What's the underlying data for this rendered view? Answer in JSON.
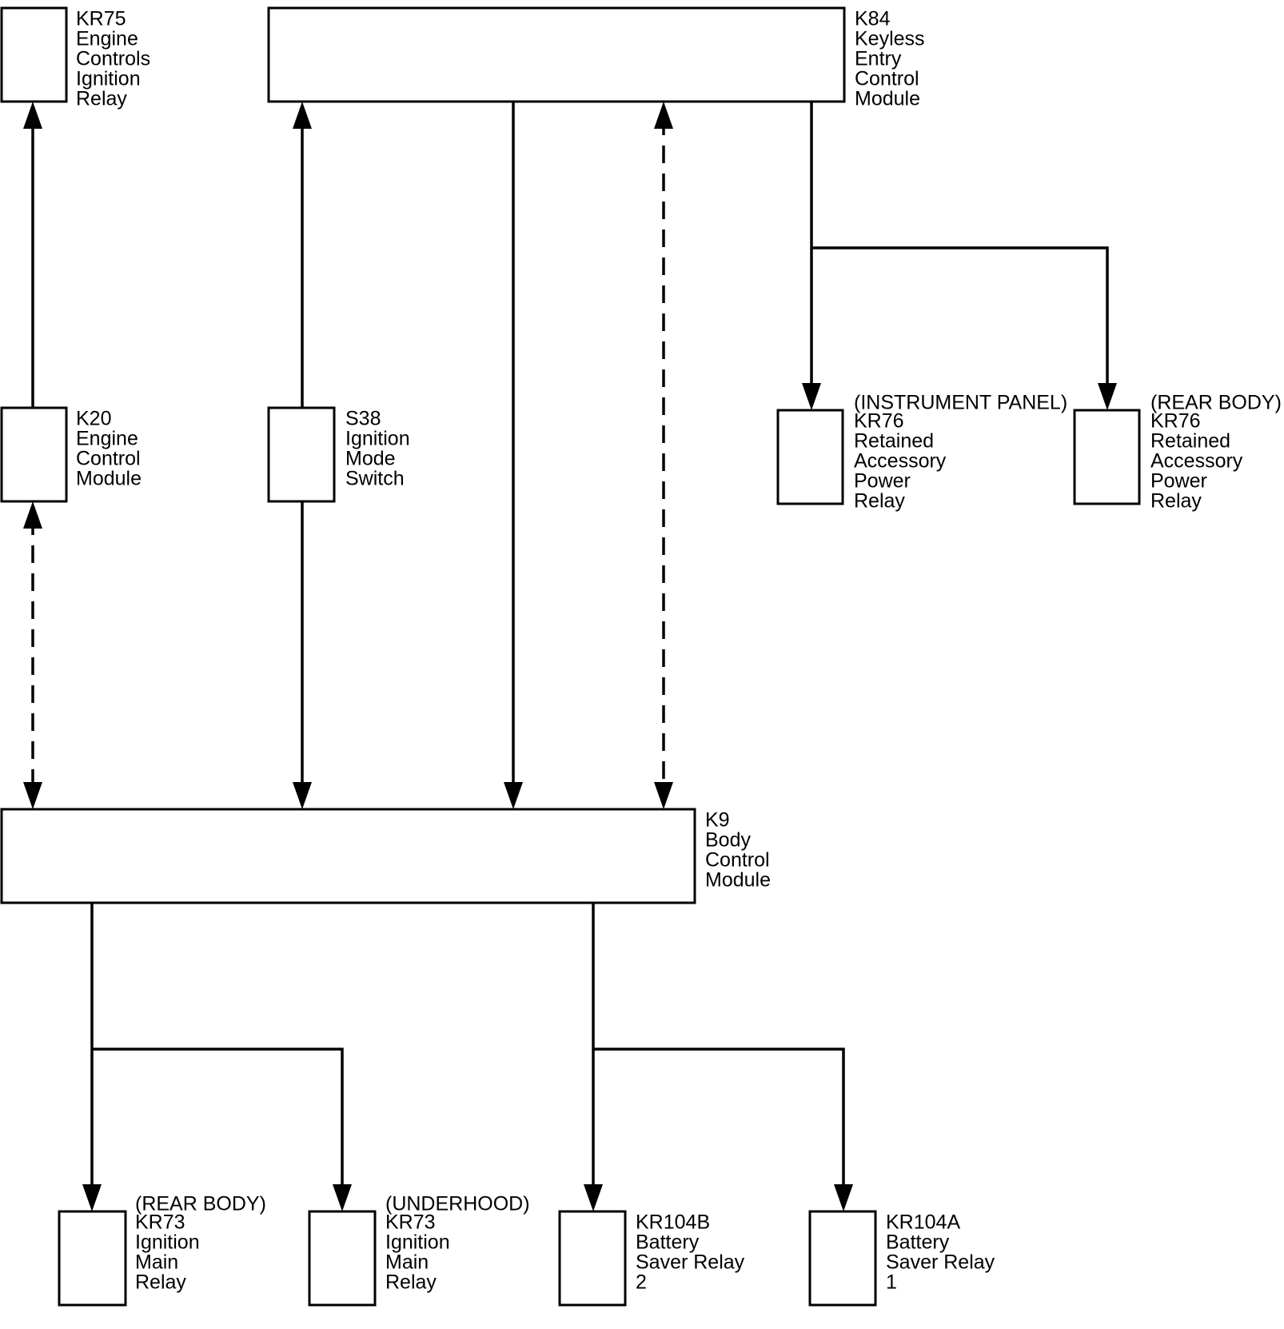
{
  "components": [
    {
      "id": "kr75",
      "lines": [
        "KR75",
        "Engine",
        "Controls",
        "Ignition",
        "Relay"
      ]
    },
    {
      "id": "k84",
      "lines": [
        "K84",
        "Keyless",
        "Entry",
        "Control",
        "Module"
      ]
    },
    {
      "id": "k20",
      "lines": [
        "K20",
        "Engine",
        "Control",
        "Module"
      ]
    },
    {
      "id": "s38",
      "lines": [
        "S38",
        "Ignition",
        "Mode",
        "Switch"
      ]
    },
    {
      "id": "kr76-ip",
      "location": "(INSTRUMENT PANEL)",
      "lines": [
        "KR76",
        "Retained",
        "Accessory",
        "Power",
        "Relay"
      ]
    },
    {
      "id": "kr76-rb",
      "location": "(REAR BODY)",
      "lines": [
        "KR76",
        "Retained",
        "Accessory",
        "Power",
        "Relay"
      ]
    },
    {
      "id": "k9",
      "lines": [
        "K9",
        "Body",
        "Control",
        "Module"
      ]
    },
    {
      "id": "kr73-rb",
      "location": "(REAR BODY)",
      "lines": [
        "KR73",
        "Ignition",
        "Main",
        "Relay"
      ]
    },
    {
      "id": "kr73-uh",
      "location": "(UNDERHOOD)",
      "lines": [
        "KR73",
        "Ignition",
        "Main",
        "Relay"
      ]
    },
    {
      "id": "kr104b",
      "lines": [
        "KR104B",
        "Battery",
        "Saver Relay",
        "2"
      ]
    },
    {
      "id": "kr104a",
      "lines": [
        "KR104A",
        "Battery",
        "Saver Relay",
        "1"
      ]
    }
  ],
  "connections": [
    {
      "from": "k20",
      "to": "kr75",
      "style": "solid",
      "direction": "to"
    },
    {
      "from": "k20",
      "to": "k9",
      "style": "dashed",
      "direction": "both"
    },
    {
      "from": "s38",
      "to": "k84",
      "style": "solid",
      "direction": "to"
    },
    {
      "from": "s38",
      "to": "k9",
      "style": "solid",
      "direction": "to"
    },
    {
      "from": "k84",
      "to": "k9",
      "style": "solid",
      "direction": "to"
    },
    {
      "from": "k84",
      "to": "k9",
      "style": "dashed",
      "direction": "both"
    },
    {
      "from": "k84",
      "to": "kr76-ip",
      "style": "solid",
      "direction": "to"
    },
    {
      "from": "k84",
      "to": "kr76-rb",
      "style": "solid",
      "direction": "to"
    },
    {
      "from": "k9",
      "to": "kr73-rb",
      "style": "solid",
      "direction": "to"
    },
    {
      "from": "k9",
      "to": "kr73-uh",
      "style": "solid",
      "direction": "to"
    },
    {
      "from": "k9",
      "to": "kr104b",
      "style": "solid",
      "direction": "to"
    },
    {
      "from": "k9",
      "to": "kr104a",
      "style": "solid",
      "direction": "to"
    }
  ]
}
